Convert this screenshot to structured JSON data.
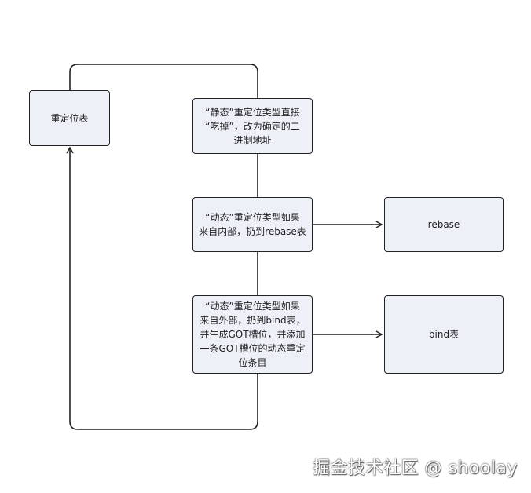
{
  "nodes": {
    "reloc_table": "重定位表",
    "static_lines": [
      "“静态”重定位类型直接",
      "“吃掉”，改为确定的二",
      "进制地址"
    ],
    "dynamic_internal_lines": [
      "“动态”重定位类型如果",
      "来自内部，扔到rebase表"
    ],
    "dynamic_external_lines": [
      "“动态”重定位类型如果",
      "来自外部，扔到bind表，",
      "并生成GOT槽位，并添加",
      "一条GOT槽位的动态重定",
      "位条目"
    ],
    "rebase": "rebase",
    "bind": "bind表"
  },
  "watermark": "掘金技术社区 @ shoolay",
  "colors": {
    "node_fill": "#eef0f8",
    "stroke": "#222222"
  }
}
